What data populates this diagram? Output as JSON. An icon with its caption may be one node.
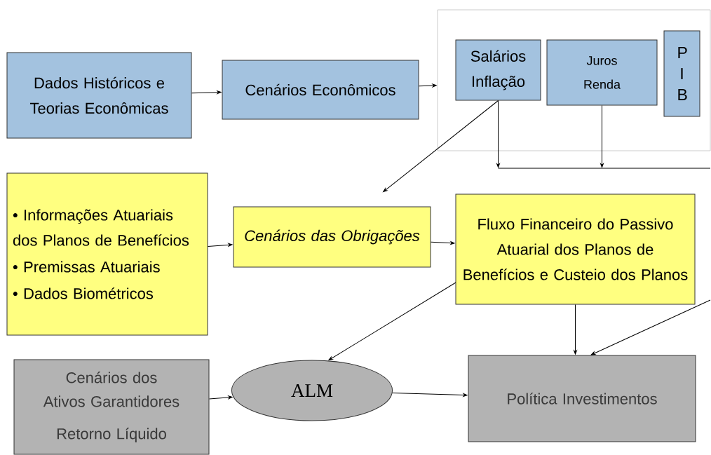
{
  "diagram": {
    "nodes": [
      {
        "text": [
          "Dados Históricos e Teorias Econômicas"
        ]
      },
      {
        "text": [
          "Cenários Econômicos"
        ]
      },
      {
        "text": [],
        "shape": "box"
      },
      {
        "text": [
          "Salários Inflação"
        ],
        "in": 2
      },
      {
        "text": [
          "Juros",
          "Renda"
        ],
        "in": 2
      },
      {
        "text": [
          "P I B"
        ],
        "in": 2
      },
      {
        "text": [
          "• Informações Atuariais dos Planos de Benefícios",
          "• Premissas Atuariais",
          "• Dados Biométricos"
        ]
      },
      {
        "text": [
          "Cenários das Obrigações"
        ]
      },
      {
        "text": [
          "Fluxo Financeiro do Passivo Atuarial dos Planos de Benefícios e Custeio dos Planos"
        ]
      },
      {
        "text": [
          "Cenários dos Ativos Garantidores",
          "Retorno Líquido"
        ]
      },
      {
        "text": [
          "ALM"
        ]
      },
      {
        "text": [
          "Política Investimentos"
        ]
      }
    ],
    "edges": [
      {
        "from": 0,
        "to": 1,
        "arrow": "to"
      },
      {
        "from": 1,
        "to": 2,
        "arrow": "to"
      },
      {
        "from": 3,
        "to": 7,
        "arrow": "to"
      },
      {
        "from": 3,
        "to": null,
        "arrow": "to"
      },
      {
        "from": 4,
        "to": null,
        "arrow": "to"
      },
      {
        "from": 6,
        "to": 7,
        "arrow": "to"
      },
      {
        "from": 7,
        "to": 8,
        "arrow": "to"
      },
      {
        "from": 8,
        "to": 10,
        "arrow": "to"
      },
      {
        "from": 8,
        "to": 11,
        "arrow": "to"
      },
      {
        "from": null,
        "to": 11,
        "arrow": "to"
      },
      {
        "from": 9,
        "to": 10,
        "arrow": "to"
      },
      {
        "from": 10,
        "to": 11,
        "arrow": "to"
      }
    ]
  }
}
